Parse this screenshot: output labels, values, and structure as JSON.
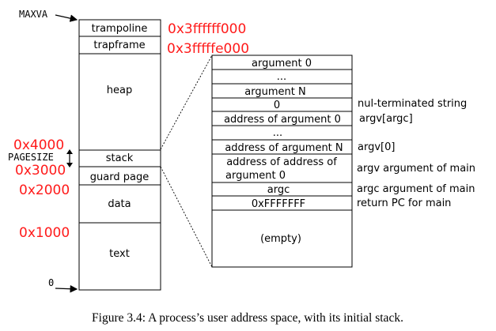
{
  "left_labels": {
    "maxva": "MAXVA",
    "pagesize": "PAGESIZE",
    "zero": "0"
  },
  "address_space": {
    "trampoline": "trampoline",
    "trapframe": "trapframe",
    "heap": "heap",
    "stack": "stack",
    "guard_page": "guard page",
    "data": "data",
    "text": "text"
  },
  "red_addresses": {
    "trampoline_addr": "0x3ffffff000",
    "trapframe_addr": "0x3fffffe000",
    "addr_4000": "0x4000",
    "addr_3000": "0x3000",
    "addr_2000": "0x2000",
    "addr_1000": "0x1000"
  },
  "stack_detail": {
    "argument_0": "argument 0",
    "dots_1": "...",
    "argument_n": "argument N",
    "zero": "0",
    "addr_arg_0": "address of argument 0",
    "dots_2": "...",
    "addr_arg_n": "address of argument N",
    "addr_of_addr_line1": "address of address of",
    "addr_of_addr_line2": "argument 0",
    "argc": "argc",
    "return_pc": "0xFFFFFFF",
    "empty": "(empty)"
  },
  "annotations": {
    "nul_string": "nul-terminated string",
    "argv_argc": "argv[argc]",
    "argv_0": "argv[0]",
    "argv_arg": "argv argument of main",
    "argc_arg": "argc argument of main",
    "return_pc": "return PC for main"
  },
  "caption": "Figure 3.4: A process’s user address space, with its initial stack.",
  "colors": {
    "red": "#ff1a1a",
    "black": "#000000"
  }
}
